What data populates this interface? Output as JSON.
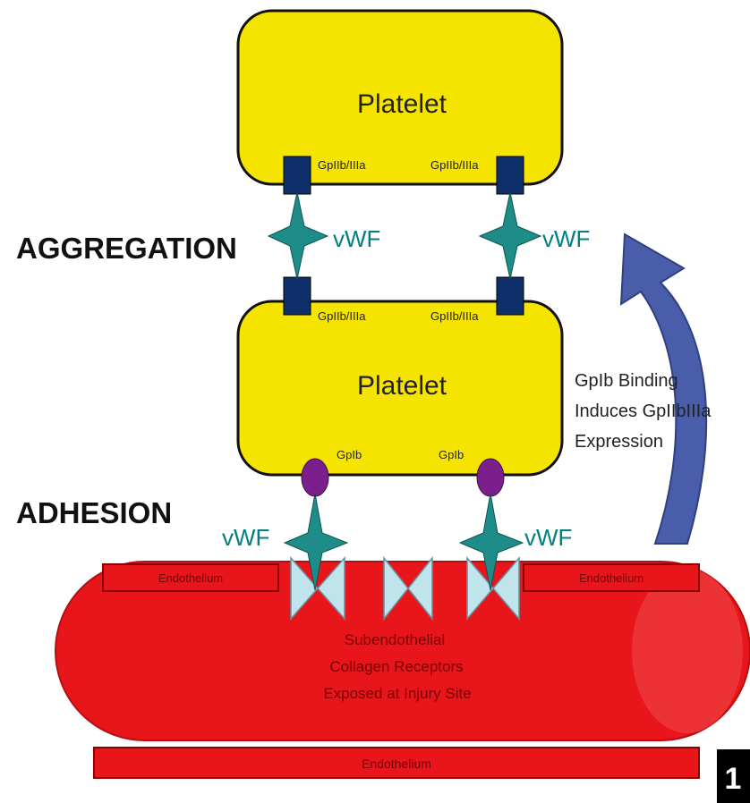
{
  "labels": {
    "aggregation": "AGGREGATION",
    "adhesion": "ADHESION",
    "platelet_top": "Platelet",
    "platelet_bottom": "Platelet",
    "gp2b3a_top_left": "GpIIb/IIIa",
    "gp2b3a_top_right": "GpIIb/IIIa",
    "gp2b3a_bottom_left": "GpIIb/IIIa",
    "gp2b3a_bottom_right": "GpIIb/IIIa",
    "gp1b_left": "GpIb",
    "gp1b_right": "GpIb",
    "vwf_agg_left": "vWF",
    "vwf_agg_right": "vWF",
    "vwf_adh_left": "vWF",
    "vwf_adh_right": "vWF",
    "endo_top_left": "Endothelium",
    "endo_top_right": "Endothelium",
    "endo_bottom": "Endothelium",
    "subendo_line1": "Subendothelial",
    "subendo_line2": "Collagen Receptors",
    "subendo_line3": "Exposed at Injury Site",
    "note_line1": "GpIb Binding",
    "note_line2": "Induces GpIIbIIIa",
    "note_line3": "Expression",
    "figure_number": "1"
  },
  "colors": {
    "platelet": "#f5e400",
    "vessel": "#e8161b",
    "gp2b3a": "#0f2f6a",
    "gp1b": "#7a1f8c",
    "vwf": "#1e8c88",
    "collagen": "#bfe4ec",
    "arrow": "#4a5dab"
  }
}
